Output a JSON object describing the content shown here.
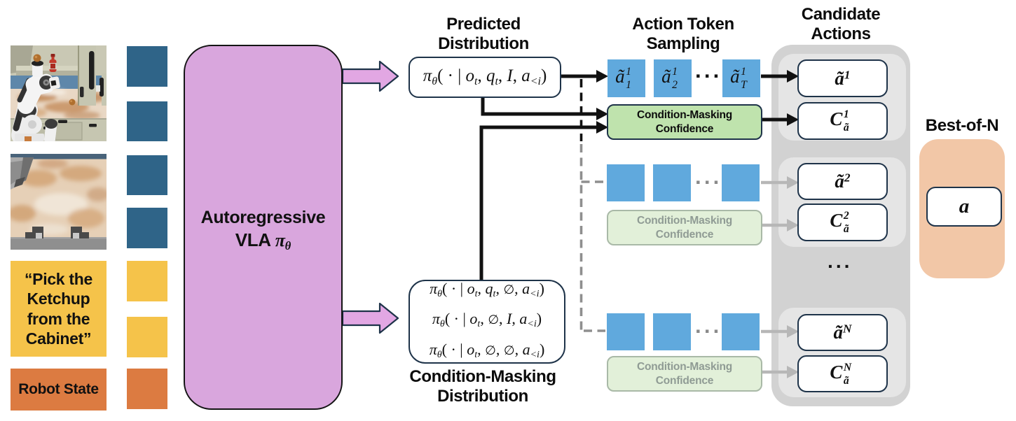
{
  "figure": {
    "colors": {
      "context_token_blue": "#2f6488",
      "language_token_yellow": "#f5c34a",
      "state_token_orange": "#dc7b41",
      "model_purple": "#d9a6dd",
      "arrow_pink": "#e2a7e3",
      "action_token_blue": "#60a9dd",
      "confidence_green": "#bfe3ad",
      "confidence_green_faded": "#e2f0d9",
      "candidate_container_gray": "#d2d2d2",
      "candidate_group_gray": "#e5e5e5",
      "best_of_n_peach": "#f2c7a7",
      "box_border_navy": "#1e3349"
    },
    "inputs": {
      "instruction": {
        "lines": [
          "“Pick the",
          "Ketchup",
          "from the",
          "Cabinet”"
        ]
      },
      "robot_state_label": "Robot State"
    },
    "model": {
      "title_line1": "Autoregressive",
      "title_line2": [
        [
          "r",
          "VLA "
        ],
        [
          "i",
          "π"
        ],
        [
          "b",
          "θ"
        ]
      ]
    },
    "predicted": {
      "title_line1": "Predicted",
      "title_line2": "Distribution",
      "formula": [
        [
          "i",
          "π"
        ],
        [
          "b",
          "θ"
        ],
        [
          "r",
          "( · | "
        ],
        [
          "i",
          "o"
        ],
        [
          "b",
          "t"
        ],
        [
          "r",
          ", "
        ],
        [
          "i",
          "q"
        ],
        [
          "b",
          "t"
        ],
        [
          "r",
          ", "
        ],
        [
          "i",
          "I"
        ],
        [
          "r",
          ", "
        ],
        [
          "i",
          "a"
        ],
        [
          "b",
          "<i"
        ],
        [
          "r",
          ")"
        ]
      ]
    },
    "masking": {
      "title_line1": "Condition-Masking",
      "title_line2": "Distribution",
      "formulas": [
        [
          [
            "i",
            "π"
          ],
          [
            "b",
            "θ"
          ],
          [
            "r",
            "( · | "
          ],
          [
            "i",
            "o"
          ],
          [
            "b",
            "t"
          ],
          [
            "r",
            ", "
          ],
          [
            "i",
            "q"
          ],
          [
            "b",
            "t"
          ],
          [
            "r",
            ", "
          ],
          [
            "e",
            "∅"
          ],
          [
            "r",
            ", "
          ],
          [
            "i",
            "a"
          ],
          [
            "b",
            "<i"
          ],
          [
            "r",
            ")"
          ]
        ],
        [
          [
            "i",
            "π"
          ],
          [
            "b",
            "θ"
          ],
          [
            "r",
            "( · | "
          ],
          [
            "i",
            "o"
          ],
          [
            "b",
            "t"
          ],
          [
            "r",
            ", "
          ],
          [
            "e",
            "∅"
          ],
          [
            "r",
            ", "
          ],
          [
            "i",
            "I"
          ],
          [
            "r",
            ", "
          ],
          [
            "i",
            "a"
          ],
          [
            "b",
            "<i"
          ],
          [
            "r",
            ")"
          ]
        ],
        [
          [
            "i",
            "π"
          ],
          [
            "b",
            "θ"
          ],
          [
            "r",
            "( · | "
          ],
          [
            "i",
            "o"
          ],
          [
            "b",
            "t"
          ],
          [
            "r",
            ", "
          ],
          [
            "e",
            "∅"
          ],
          [
            "r",
            ", "
          ],
          [
            "e",
            "∅"
          ],
          [
            "r",
            ", "
          ],
          [
            "i",
            "a"
          ],
          [
            "b",
            "<i"
          ],
          [
            "r",
            ")"
          ]
        ]
      ]
    },
    "sampling": {
      "title_line1": "Action Token",
      "title_line2": "Sampling",
      "tokens": [
        [
          [
            "i",
            "ã"
          ],
          [
            "ss",
            [
              "1",
              "1"
            ]
          ]
        ],
        [
          [
            "i",
            "ã"
          ],
          [
            "ss",
            [
              "1",
              "2"
            ]
          ]
        ],
        [
          [
            "i",
            "ã"
          ],
          [
            "ss",
            [
              "1",
              "T"
            ]
          ]
        ]
      ],
      "dots": "···"
    },
    "confidence": {
      "line1": "Condition-Masking",
      "line2": "Confidence"
    },
    "candidates": {
      "title_line1": "Candidate",
      "title_line2": "Actions",
      "action_1": [
        [
          "i",
          "ã"
        ],
        [
          "p",
          "1"
        ]
      ],
      "conf_1": [
        [
          "i",
          "C"
        ],
        [
          "ss",
          [
            "1",
            "ã"
          ]
        ]
      ],
      "action_2": [
        [
          "i",
          "ã"
        ],
        [
          "p",
          "2"
        ]
      ],
      "conf_2": [
        [
          "i",
          "C"
        ],
        [
          "ss",
          [
            "2",
            "ã"
          ]
        ]
      ],
      "action_N": [
        [
          "i",
          "ã"
        ],
        [
          "p",
          "N"
        ]
      ],
      "conf_N": [
        [
          "i",
          "C"
        ],
        [
          "ss",
          [
            "N",
            "ã"
          ]
        ]
      ],
      "dots": "···"
    },
    "best_of_n": {
      "title": "Best-of-N",
      "action": [
        [
          "i",
          "a"
        ]
      ]
    }
  }
}
